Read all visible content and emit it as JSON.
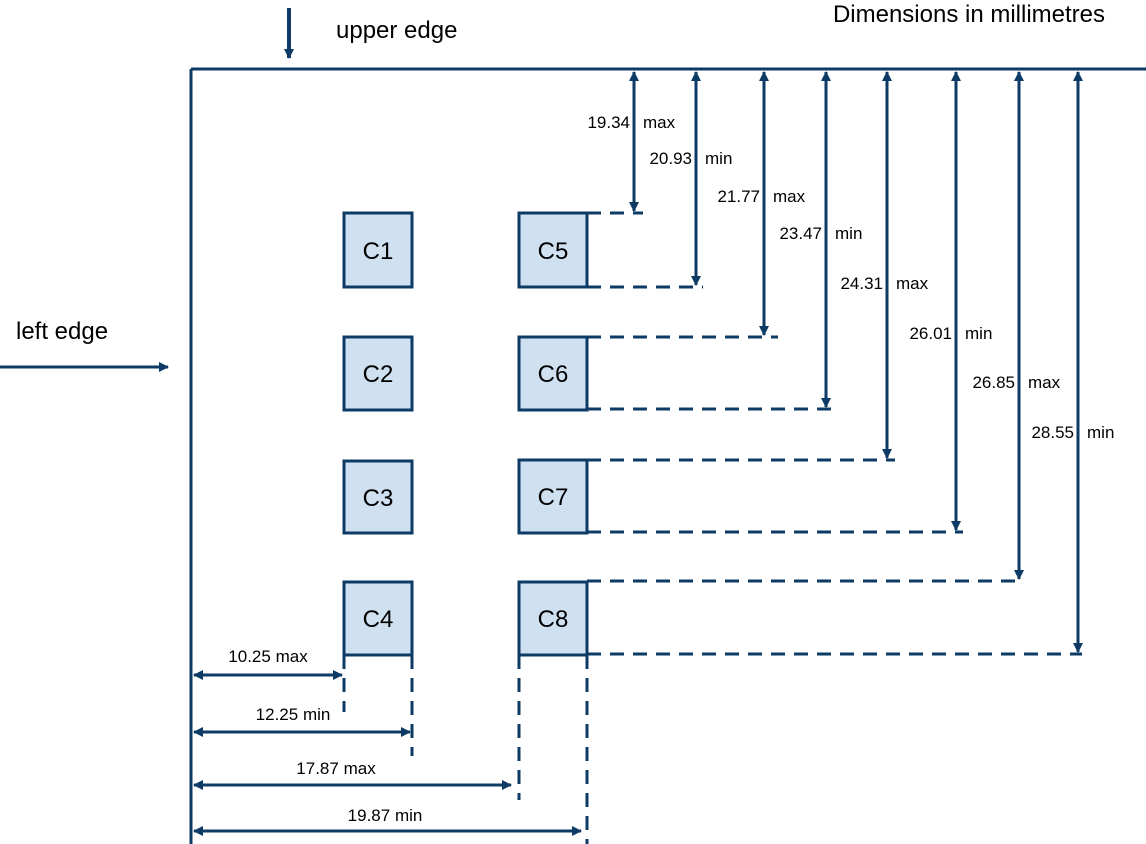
{
  "title": "Dimensions in millimetres",
  "edges": {
    "upper": "upper edge",
    "left": "left edge"
  },
  "colors": {
    "line": "#0e3a66",
    "box_fill": "#cfe0f1",
    "text": "#000000"
  },
  "contacts": [
    "C1",
    "C2",
    "C3",
    "C4",
    "C5",
    "C6",
    "C7",
    "C8"
  ],
  "vertical_dimensions": [
    {
      "value": "19.34",
      "type": "max",
      "ref": "C5 top"
    },
    {
      "value": "20.93",
      "type": "min",
      "ref": "C5 bottom"
    },
    {
      "value": "21.77",
      "type": "max",
      "ref": "C6 top"
    },
    {
      "value": "23.47",
      "type": "min",
      "ref": "C6 bottom"
    },
    {
      "value": "24.31",
      "type": "max",
      "ref": "C7 top"
    },
    {
      "value": "26.01",
      "type": "min",
      "ref": "C7 bottom"
    },
    {
      "value": "26.85",
      "type": "max",
      "ref": "C8 top"
    },
    {
      "value": "28.55",
      "type": "min",
      "ref": "C8 bottom"
    }
  ],
  "horizontal_dimensions": [
    {
      "value": "10.25",
      "type": "max",
      "ref": "C4 left"
    },
    {
      "value": "12.25",
      "type": "min",
      "ref": "C4 right"
    },
    {
      "value": "17.87",
      "type": "max",
      "ref": "C8 left"
    },
    {
      "value": "19.87",
      "type": "min",
      "ref": "C8 right"
    }
  ]
}
